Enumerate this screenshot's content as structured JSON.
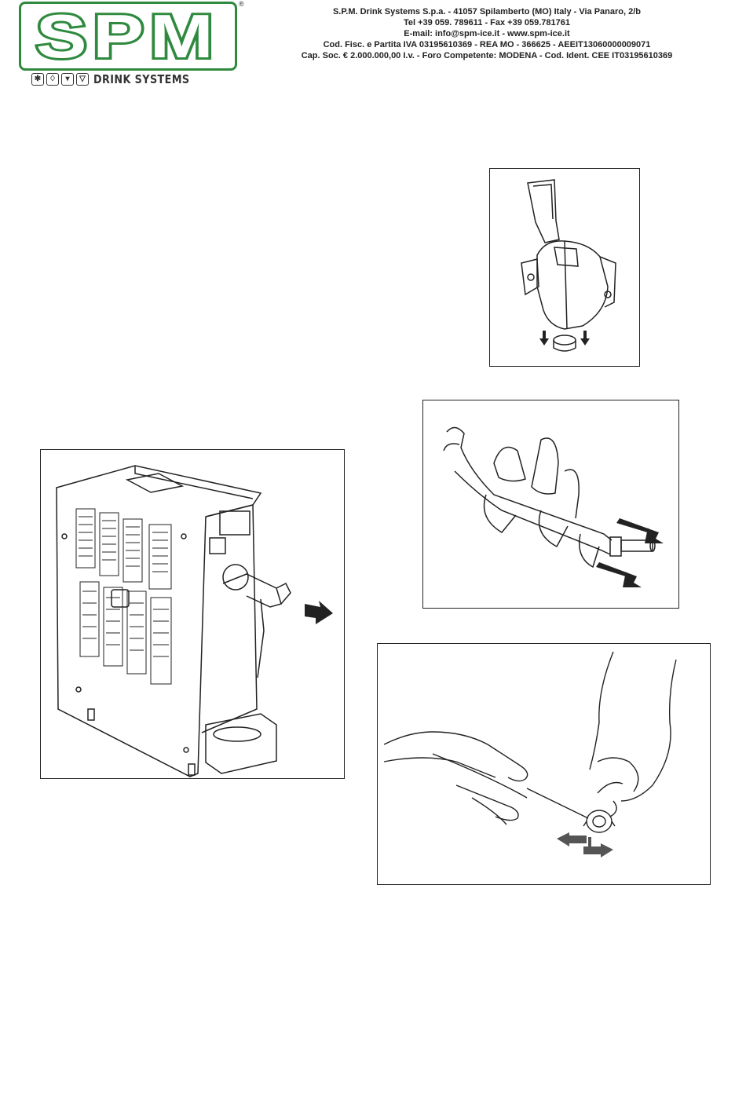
{
  "header": {
    "logo_text": "SPM",
    "registered_mark": "®",
    "tagline": "DRINK SYSTEMS",
    "tagline_icons": [
      "snowflake-icon",
      "drop-icon",
      "cup-icon",
      "cone-icon"
    ],
    "company_lines": [
      "S.P.M. Drink Systems S.p.a. - 41057 Spilamberto (MO) Italy - Via Panaro, 2/b",
      "Tel +39 059. 789611 - Fax +39 059.781761",
      "E-mail: info@spm-ice.it  -  www.spm-ice.it",
      "Cod. Fisc. e Partita IVA 03195610369 - REA MO - 366625 - AEEIT13060000009071",
      "Cap. Soc. € 2.000.000,00 I.v. - Foro Competente: MODENA - Cod. Ident. CEE IT03195610369"
    ]
  },
  "colors": {
    "brand_green": "#2f8a3f",
    "line": "#222222"
  },
  "figures": [
    {
      "name": "tap-assembly-removal",
      "icon": "tap-icon"
    },
    {
      "name": "auger-removal",
      "icon": "auger-icon"
    },
    {
      "name": "machine-tap-removal",
      "icon": "machine-icon"
    },
    {
      "name": "seal-removal-hands",
      "icon": "hands-icon"
    }
  ]
}
